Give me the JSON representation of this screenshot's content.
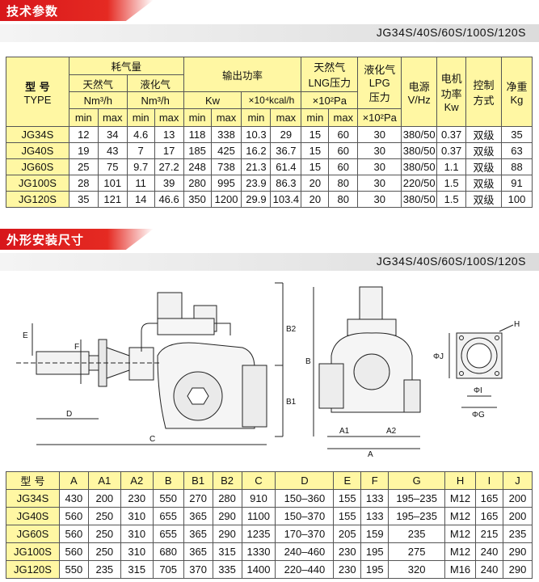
{
  "section1": {
    "title": "技术参数",
    "models": "JG34S/40S/60S/100S/120S"
  },
  "section2": {
    "title": "外形安装尺寸",
    "models": "JG34S/40S/60S/100S/120S"
  },
  "spec": {
    "h_model": "型 号",
    "h_type": "TYPE",
    "h_consumption": "耗气量",
    "h_natural": "天然气",
    "h_lpg": "液化气",
    "h_unit_nm3": "Nm³/h",
    "h_output": "输出功率",
    "h_kw": "Kw",
    "h_kcal": "×10⁴kcal/h",
    "h_lng_l1": "天然气",
    "h_lng_l2": "LNG压力",
    "h_lpg_l1": "液化气",
    "h_lpg_l2": "LPG",
    "h_lpg_l3": "压力",
    "h_pa": "×10²Pa",
    "h_power_l1": "电源",
    "h_power_l2": "V/Hz",
    "h_motor_l1": "电机",
    "h_motor_l2": "功率",
    "h_motor_l3": "Kw",
    "h_control_l1": "控制",
    "h_control_l2": "方式",
    "h_weight_l1": "净重",
    "h_weight_l2": "Kg",
    "h_min": "min",
    "h_max": "max",
    "rows": [
      [
        "JG34S",
        "12",
        "34",
        "4.6",
        "13",
        "118",
        "338",
        "10.3",
        "29",
        "15",
        "60",
        "30",
        "380/50",
        "0.37",
        "双级",
        "35"
      ],
      [
        "JG40S",
        "19",
        "43",
        "7",
        "17",
        "185",
        "425",
        "16.2",
        "36.7",
        "15",
        "60",
        "30",
        "380/50",
        "0.37",
        "双级",
        "63"
      ],
      [
        "JG60S",
        "25",
        "75",
        "9.7",
        "27.2",
        "248",
        "738",
        "21.3",
        "61.4",
        "15",
        "60",
        "30",
        "380/50",
        "1.1",
        "双级",
        "88"
      ],
      [
        "JG100S",
        "28",
        "101",
        "11",
        "39",
        "280",
        "995",
        "23.9",
        "86.3",
        "20",
        "80",
        "30",
        "220/50",
        "1.5",
        "双级",
        "91"
      ],
      [
        "JG120S",
        "35",
        "121",
        "14",
        "46.6",
        "350",
        "1200",
        "29.9",
        "103.4",
        "20",
        "80",
        "30",
        "380/50",
        "1.5",
        "双级",
        "100"
      ]
    ]
  },
  "dims": {
    "headers": [
      "型 号",
      "A",
      "A1",
      "A2",
      "B",
      "B1",
      "B2",
      "C",
      "D",
      "E",
      "F",
      "G",
      "H",
      "I",
      "J"
    ],
    "rows": [
      [
        "JG34S",
        "430",
        "200",
        "230",
        "550",
        "270",
        "280",
        "910",
        "150–360",
        "155",
        "133",
        "195–235",
        "M12",
        "165",
        "200"
      ],
      [
        "JG40S",
        "560",
        "250",
        "310",
        "655",
        "365",
        "290",
        "1100",
        "150–370",
        "155",
        "133",
        "195–235",
        "M12",
        "165",
        "200"
      ],
      [
        "JG60S",
        "560",
        "250",
        "310",
        "655",
        "365",
        "290",
        "1235",
        "170–370",
        "205",
        "159",
        "235",
        "M12",
        "215",
        "235"
      ],
      [
        "JG100S",
        "560",
        "250",
        "310",
        "680",
        "365",
        "315",
        "1330",
        "240–460",
        "230",
        "195",
        "275",
        "M12",
        "240",
        "290"
      ],
      [
        "JG120S",
        "550",
        "235",
        "315",
        "705",
        "370",
        "335",
        "1400",
        "220–440",
        "230",
        "195",
        "320",
        "M16",
        "240",
        "290"
      ]
    ]
  },
  "drawing_labels": {
    "E": "E",
    "F": "F",
    "D": "D",
    "C": "C",
    "B": "B",
    "B1": "B1",
    "B2": "B2",
    "A": "A",
    "A1": "A1",
    "A2": "A2",
    "H": "H",
    "J": "ΦJ",
    "I": "ΦI",
    "G": "ΦG"
  }
}
